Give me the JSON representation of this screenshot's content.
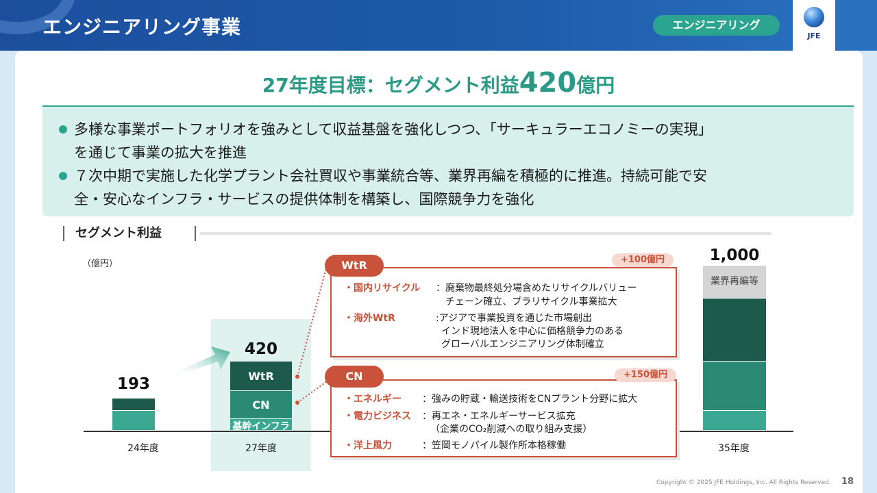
{
  "header": {
    "title": "エンジニアリング事業",
    "segment_badge": "エンジニアリング",
    "logo_text": "JFE"
  },
  "target": {
    "prefix": "27年度目標：セグメント利益",
    "amount": "420",
    "suffix": "億円"
  },
  "summary": {
    "bullets": [
      {
        "line1": "多様な事業ポートフォリオを強みとして収益基盤を強化しつつ、「サーキュラーエコノミーの実現」",
        "line2": "を通じて事業の拡大を推進"
      },
      {
        "line1": "７次中期で実施した化学プラント会社買収や事業統合等、業界再編を積極的に推進。持続可能で安",
        "line2": "全・安心なインフラ・サービスの提供体制を構築し、国際競争力を強化"
      }
    ]
  },
  "section": {
    "title": "セグメント利益"
  },
  "chart_data": {
    "type": "bar",
    "unit": "（億円）",
    "categories": [
      "24年度",
      "27年度",
      "35年度"
    ],
    "totals": [
      "193",
      "420",
      "1,000"
    ],
    "stacks": [
      {
        "category": "24年度",
        "total": 193,
        "segments": [
          {
            "label": "",
            "value": 120,
            "color": "#3aa893"
          },
          {
            "label": "",
            "value": 73,
            "color": "#1d5a4c"
          }
        ]
      },
      {
        "category": "27年度",
        "total": 420,
        "segments": [
          {
            "label": "基幹インフラ",
            "value": 70,
            "color": "#3aa893"
          },
          {
            "label": "CN",
            "value": 170,
            "color": "#2b8a76"
          },
          {
            "label": "WtR",
            "value": 180,
            "color": "#1d5a4c"
          }
        ]
      },
      {
        "category": "35年度",
        "total": 1000,
        "segments": [
          {
            "label": "",
            "value": 120,
            "color": "#3aa893"
          },
          {
            "label": "",
            "value": 300,
            "color": "#2b8a76"
          },
          {
            "label": "",
            "value": 380,
            "color": "#1d5a4c"
          },
          {
            "label": "業界再編等",
            "value": 200,
            "color": "#d4d4d4"
          }
        ]
      }
    ],
    "ymax": 1000
  },
  "wtr": {
    "label": "WtR",
    "plus": "+100億円",
    "items": [
      {
        "key": "・国内リサイクル",
        "text1": "：廃棄物最終処分場含めたリサイクルバリュー",
        "text2": "チェーン確立、プラリサイクル事業拡大",
        "text3": ""
      },
      {
        "key": "・海外WtR",
        "text1": ":アジアで事業投資を通じた市場創出",
        "text2": "インド現地法人を中心に価格競争力のある",
        "text3": "グローバルエンジニアリング体制確立"
      }
    ]
  },
  "cn": {
    "label": "CN",
    "plus": "+150億円",
    "items": [
      {
        "key": "・エネルギー",
        "text1": "：強みの貯蔵・輸送技術をCNプラント分野に拡大",
        "text2": ""
      },
      {
        "key": "・電力ビジネス",
        "text1": "：再エネ・エネルギーサービス拡充",
        "text2": "（企業のCO₂削減への取り組み支援）"
      },
      {
        "key": "・洋上風力",
        "text1": "：笠岡モノパイル製作所本格稼働",
        "text2": ""
      }
    ]
  },
  "footer": {
    "copyright": "Copyright © 2025 JFE Holdings, Inc. All Rights Reserved.",
    "page": "18"
  }
}
